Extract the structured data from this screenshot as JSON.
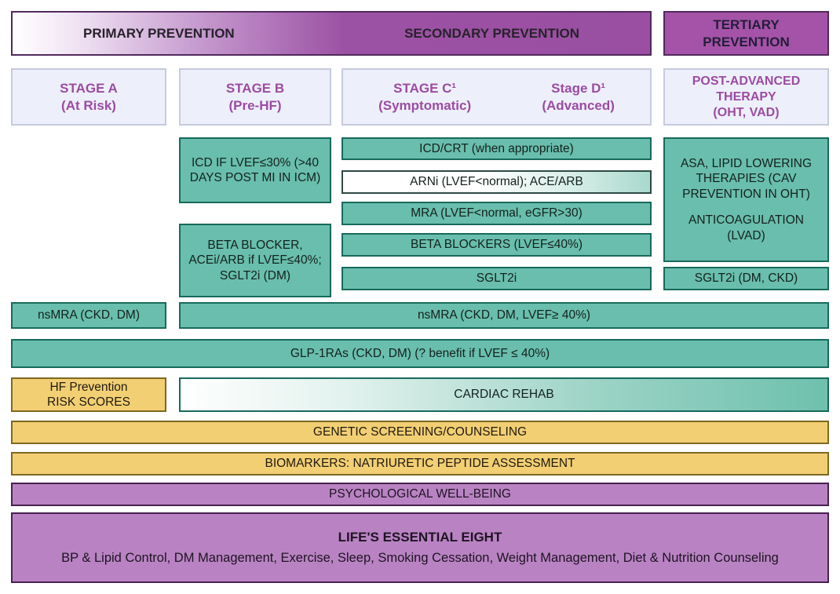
{
  "headers": {
    "primary": "PRIMARY PREVENTION",
    "secondary": "SECONDARY PREVENTION",
    "tertiary": "TERTIARY PREVENTION"
  },
  "stages": {
    "a": {
      "title": "STAGE A",
      "sub": "(At Risk)"
    },
    "b": {
      "title": "STAGE B",
      "sub": "(Pre-HF)"
    },
    "c": {
      "title": "STAGE C¹",
      "sub": "(Symptomatic)"
    },
    "d": {
      "title": "Stage D¹",
      "sub": "(Advanced)"
    },
    "post": {
      "title": "POST-ADVANCED THERAPY",
      "sub": "(OHT, VAD)"
    }
  },
  "therapies": {
    "icd_stage_b": "ICD IF LVEF≤30% (>40 DAYS POST MI IN ICM)",
    "icd_crt": "ICD/CRT (when appropriate)",
    "asa_line1": "ASA, LIPID LOWERING THERAPIES (CAV PREVENTION IN OHT)",
    "asa_line2": "ANTICOAGULATION (LVAD)",
    "arni": "ARNi (LVEF<normal); ACE/ARB",
    "mra": "MRA (LVEF<normal, eGFR>30)",
    "beta_blocker_stage_b": "BETA BLOCKER, ACEi/ARB if LVEF≤40%; SGLT2i (DM)",
    "beta_blockers": "BETA BLOCKERS (LVEF≤40%)",
    "sglt2i": "SGLT2i",
    "sglt2i_right": "SGLT2i (DM, CKD)",
    "nsmra_a": "nsMRA (CKD, DM)",
    "nsmra_wide": "nsMRA (CKD, DM, LVEF≥ 40%)",
    "glp1": "GLP-1RAs (CKD, DM) (? benefit if LVEF ≤ 40%)"
  },
  "programs": {
    "hf_risk_line1": "HF Prevention",
    "hf_risk_line2": "RISK SCORES",
    "cardiac_rehab": "CARDIAC REHAB",
    "genetic": "GENETIC SCREENING/COUNSELING",
    "biomarkers": "BIOMARKERS: NATRIURETIC PEPTIDE ASSESSMENT",
    "psych": "PSYCHOLOGICAL WELL-BEING",
    "life8_title": "LIFE'S ESSENTIAL EIGHT",
    "life8_body": "BP & Lipid Control, DM Management, Exercise, Sleep, Smoking Cessation, Weight Management, Diet & Nutrition Counseling"
  },
  "colors": {
    "teal": "#69bead",
    "teal_border": "#176a5c",
    "yellow": "#f3cf74",
    "header_purple": "#9a4fa2",
    "tertiary_purple": "#a553a9",
    "row_purple": "#b983c3",
    "stage_text_purple": "#9c4ba3"
  }
}
